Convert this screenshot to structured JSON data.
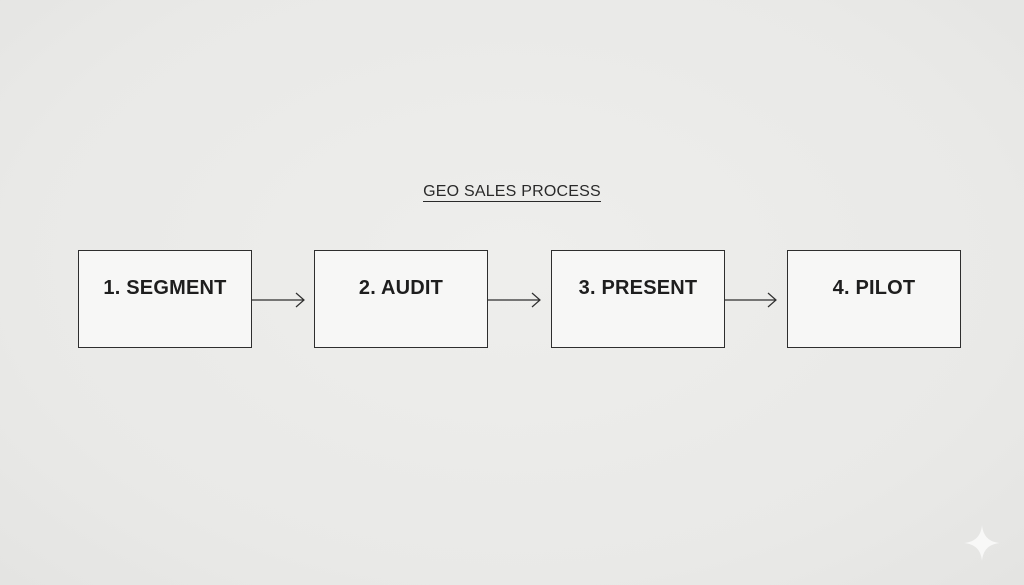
{
  "diagram": {
    "title": "GEO SALES PROCESS",
    "steps": [
      {
        "label": "1. SEGMENT"
      },
      {
        "label": "2. AUDIT"
      },
      {
        "label": "3. PRESENT"
      },
      {
        "label": "4. PILOT"
      }
    ]
  }
}
